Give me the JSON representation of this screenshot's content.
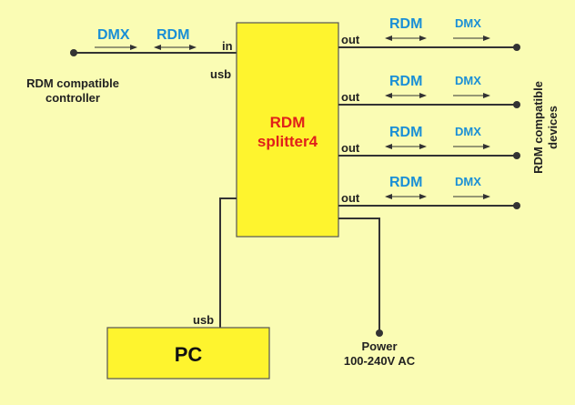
{
  "input_side": {
    "dmx_label": "DMX",
    "rdm_label": "RDM",
    "controller_line1": "RDM compatible",
    "controller_line2": "controller"
  },
  "splitter": {
    "title_line1": "RDM",
    "title_line2": "splitter4",
    "in_label": "in",
    "usb_label": "usb",
    "fill_color": "#fef42e",
    "title_color": "#e0201a"
  },
  "outputs": [
    {
      "port_label": "out",
      "rdm_label": "RDM",
      "dmx_label": "DMX"
    },
    {
      "port_label": "out",
      "rdm_label": "RDM",
      "dmx_label": "DMX"
    },
    {
      "port_label": "out",
      "rdm_label": "RDM",
      "dmx_label": "DMX"
    },
    {
      "port_label": "out",
      "rdm_label": "RDM",
      "dmx_label": "DMX"
    }
  ],
  "devices": {
    "line1": "RDM compatible",
    "line2": "devices"
  },
  "pc": {
    "label": "PC",
    "usb_label": "usb",
    "fill_color": "#fef42e"
  },
  "power": {
    "line1": "Power",
    "line2": "100-240V AC"
  },
  "colors": {
    "background": "#fafcb4",
    "protocol_label": "#1a8fd6",
    "line": "#333333"
  }
}
